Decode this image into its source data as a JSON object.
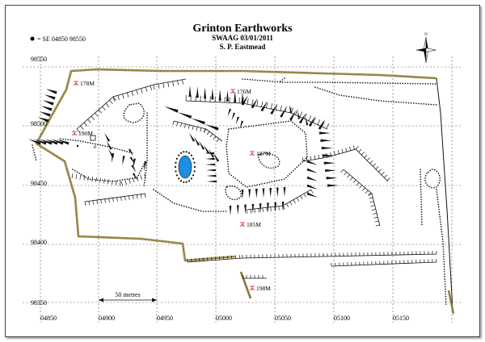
{
  "map": {
    "title": "Grinton Earthworks",
    "subtitle": "SWAAG 03/01/2011",
    "author": "S. P. Eastmead",
    "legend": "= SE 04850 98550",
    "north_label": "N",
    "scale_label": "50 metres",
    "eastings": [
      "04850",
      "04900",
      "04950",
      "05000",
      "05050",
      "05100",
      "05150"
    ],
    "northings": [
      "98550",
      "98500",
      "98450",
      "98400",
      "98350"
    ],
    "spot_heights": [
      "178M",
      "176M",
      "190M",
      "187M",
      "185M",
      "198M"
    ],
    "colors": {
      "boundary": "#8a7a3a",
      "water": "#1c8fe0",
      "spot_symbol": "#cc2222",
      "grid": "#555555"
    }
  }
}
